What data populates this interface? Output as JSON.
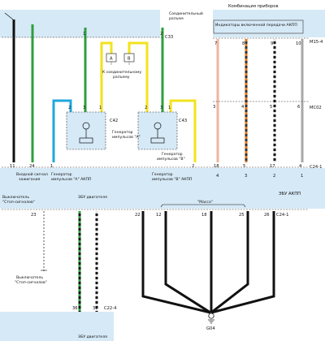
{
  "texts": {
    "connector_title_l1": "Соединительный",
    "connector_title_l2": "разъем",
    "cluster_title": "Комбинация приборов",
    "indicator_title": "Индикаторы включенной передачи АКПП",
    "c33": "C33",
    "m154": "M15-4",
    "mc02": "MC02",
    "c42": "C42",
    "c43": "C43",
    "c241_top": "C24-1",
    "c241_bot": "C24-1",
    "c224": "C22-4",
    "to_connector_l1": "К соединительному",
    "to_connector_l2": "разъему",
    "genA_l1": "Генератор",
    "genA_l2": "импульсов \"A\"",
    "genB_l1": "Генератор",
    "genB_l2": "импульсов \"B\"",
    "ign_l1": "Входной сигнал",
    "ign_l2": "зажигания",
    "genA_in_l1": "Генератор",
    "genA_in_l2": "импульсов \"A\" АКПП",
    "genB_in_l1": "Генератор",
    "genB_in_l2": "импульсов \"B\" АКПП",
    "massa": "\"Масса\"",
    "ecu_akpp": "ЭБУ АКПП",
    "brake_sw_l1": "Выключатель",
    "brake_sw_l2": "\"Стоп-сигналов\"",
    "ecu_engine_top": "ЭБУ двигателя",
    "brake_sw2_l1": "Выключатель",
    "brake_sw2_l2": "\"Стоп-сигналов\"",
    "ecu_engine_bottom": "ЭБУ двигателя",
    "g04": "G04",
    "pin_A": "A",
    "pin_B": "B"
  },
  "pins": {
    "c33_1": "1",
    "c33_2": "2",
    "c42_1": "1",
    "c42_2": "2",
    "c42_3": "3",
    "c43_1": "1",
    "c43_2": "2",
    "c43_3": "3",
    "m15_7": "7",
    "m15_8": "8",
    "m15_9": "9",
    "m15_10": "10",
    "mc_3": "3",
    "mc_4": "4",
    "mc_5": "5",
    "mc_6": "6",
    "akpp_11": "11",
    "akpp_24": "24",
    "akpp_1": "1",
    "akpp_2": "2",
    "akpp_18": "18",
    "akpp_5": "5",
    "akpp_17": "17",
    "akpp_4": "4",
    "ind_4": "4",
    "ind_3": "3",
    "ind_2": "2",
    "ind_1": "1",
    "eng_23": "23",
    "eng_22": "22",
    "eng_12": "12",
    "eng_18": "18",
    "eng_25": "25",
    "eng_26": "26",
    "ecu_36": "36",
    "ecu_37": "37"
  },
  "colors": {
    "band": "#d6e9f6",
    "black": "#111111",
    "green": "#2e9e3e",
    "yellow": "#f1e31e",
    "cyan": "#1fa7de",
    "salmon": "#f1b39f",
    "orange": "#e2761b",
    "gray": "#a8a8a8"
  }
}
